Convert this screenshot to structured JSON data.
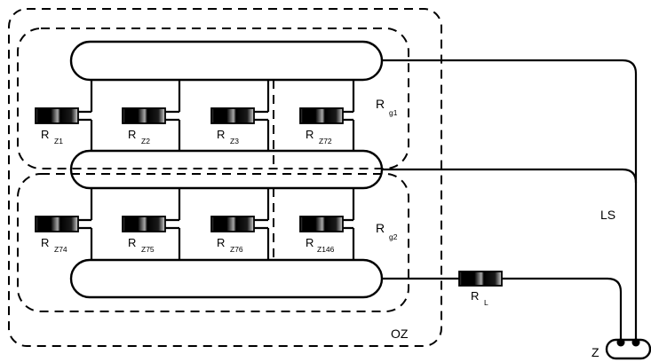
{
  "labels": {
    "outer_box": "OZ",
    "loop": "LS",
    "source": "Z"
  },
  "group1": {
    "name": "R",
    "sub": "g1",
    "resistors": [
      {
        "name": "R",
        "sub": "Z1"
      },
      {
        "name": "R",
        "sub": "Z2"
      },
      {
        "name": "R",
        "sub": "Z3"
      },
      {
        "name": "R",
        "sub": "Z72"
      }
    ]
  },
  "group2": {
    "name": "R",
    "sub": "g2",
    "resistors": [
      {
        "name": "R",
        "sub": "Z74"
      },
      {
        "name": "R",
        "sub": "Z75"
      },
      {
        "name": "R",
        "sub": "Z76"
      },
      {
        "name": "R",
        "sub": "Z146"
      }
    ]
  },
  "load": {
    "name": "R",
    "sub": "L"
  },
  "colors": {
    "line": "#000000",
    "background": "#ffffff"
  }
}
